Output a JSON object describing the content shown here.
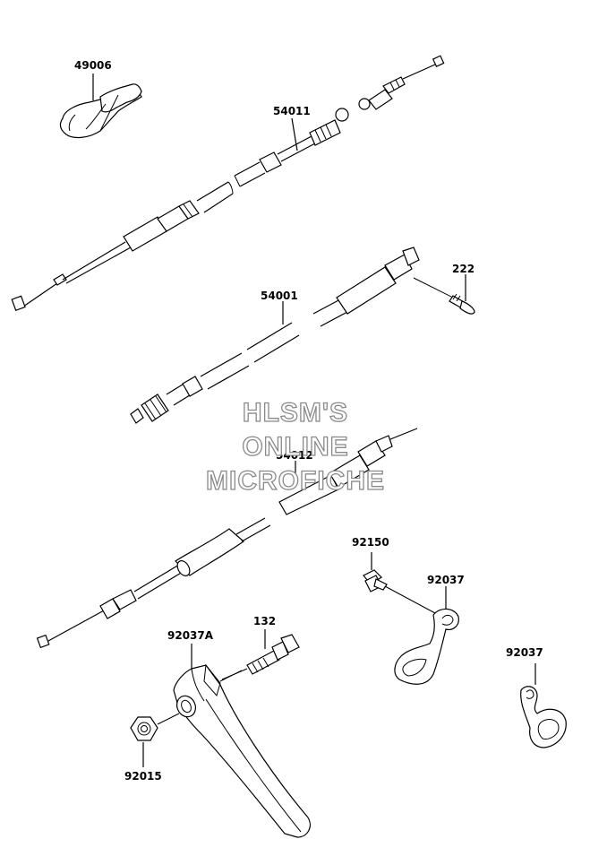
{
  "parts": {
    "p49006": "49006",
    "p54011": "54011",
    "p222": "222",
    "p54001": "54001",
    "p54012": "54012",
    "p92150": "92150",
    "p92037a": "92037",
    "p92037b": "92037",
    "p132": "132",
    "p92037A": "92037A",
    "p92015": "92015"
  },
  "watermark": {
    "line1": "HLSM'S",
    "line2": "ONLINE",
    "line3": "MICROFICHE"
  }
}
